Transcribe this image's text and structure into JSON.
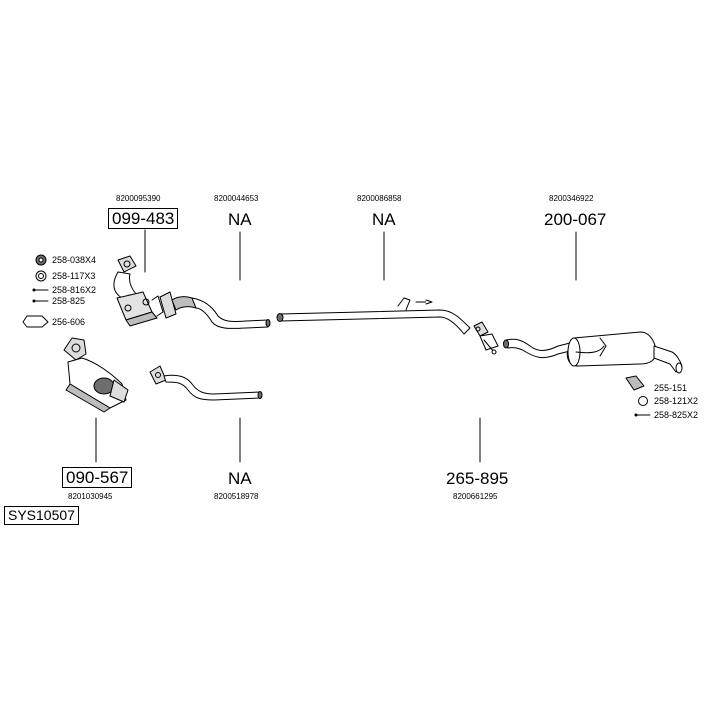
{
  "diagram": {
    "system_ref": "SYS10507",
    "top_parts": [
      {
        "oem": "8200095390",
        "part": "099-483"
      },
      {
        "oem": "8200044653",
        "part": "NA"
      },
      {
        "oem": "8200086858",
        "part": "NA"
      },
      {
        "oem": "8200346922",
        "part": "200-067"
      }
    ],
    "bottom_parts": [
      {
        "oem": "8201030945",
        "part": "090-567"
      },
      {
        "oem": "8200518978",
        "part": "NA"
      },
      {
        "oem": "8200661295",
        "part": "265-895"
      }
    ],
    "left_accessories": [
      "258-038X4",
      "258-117X3",
      "258-816X2",
      "258-825",
      "256-606"
    ],
    "right_accessories": [
      "255-151",
      "258-121X2",
      "258-825X2"
    ],
    "colors": {
      "line": "#000000",
      "part_fill": "#ffffff",
      "shade": "#bdbdbd",
      "dark": "#6e6e6e"
    }
  }
}
